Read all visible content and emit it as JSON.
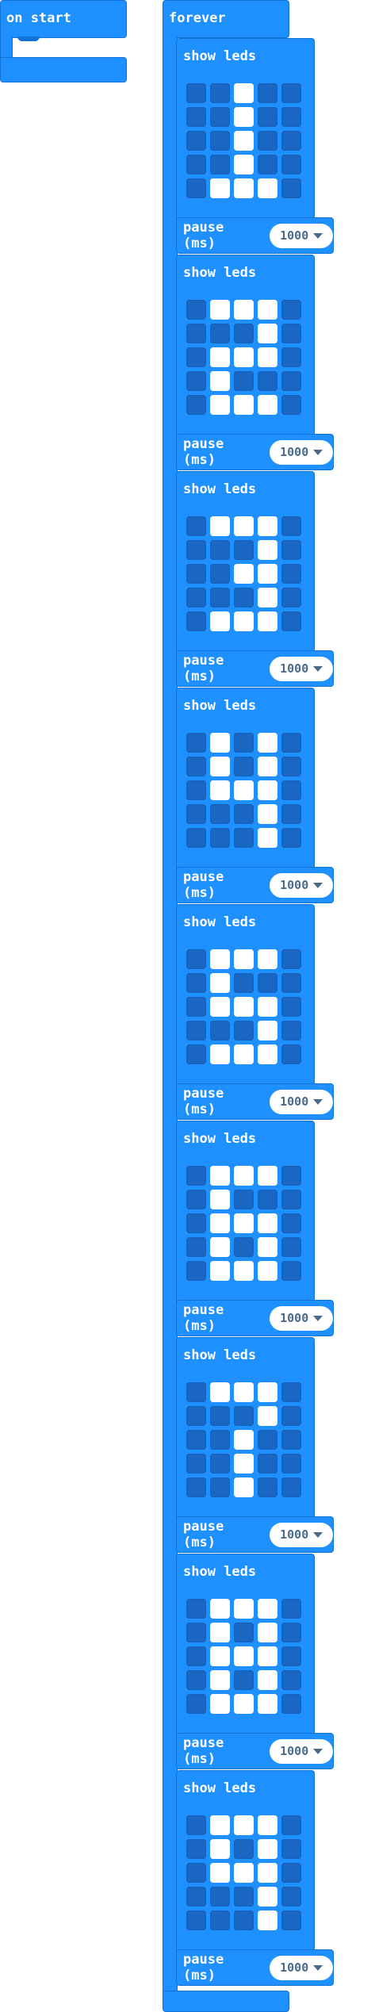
{
  "on_start": {
    "label": "on start"
  },
  "forever": {
    "label": "forever"
  },
  "show_leds_label": "show leds",
  "pause_label": "pause (ms)",
  "pause_value": "1000",
  "frames": [
    {
      "leds": [
        "00100",
        "00100",
        "00100",
        "00100",
        "01110"
      ]
    },
    {
      "leds": [
        "01110",
        "00010",
        "01110",
        "01000",
        "01110"
      ]
    },
    {
      "leds": [
        "01110",
        "00010",
        "00110",
        "00010",
        "01110"
      ]
    },
    {
      "leds": [
        "01010",
        "01010",
        "01110",
        "00010",
        "00010"
      ]
    },
    {
      "leds": [
        "01110",
        "01000",
        "01110",
        "00010",
        "01110"
      ]
    },
    {
      "leds": [
        "01110",
        "01000",
        "01110",
        "01010",
        "01110"
      ]
    },
    {
      "leds": [
        "01110",
        "00010",
        "00100",
        "00100",
        "00100"
      ]
    },
    {
      "leds": [
        "01110",
        "01010",
        "01110",
        "01010",
        "01110"
      ]
    },
    {
      "leds": [
        "01110",
        "01010",
        "01110",
        "00010",
        "00010"
      ]
    }
  ],
  "colors": {
    "block": "#1e90ff",
    "block_border": "#1173d6",
    "led_off": "#1967c2",
    "led_on": "#ffffff"
  }
}
